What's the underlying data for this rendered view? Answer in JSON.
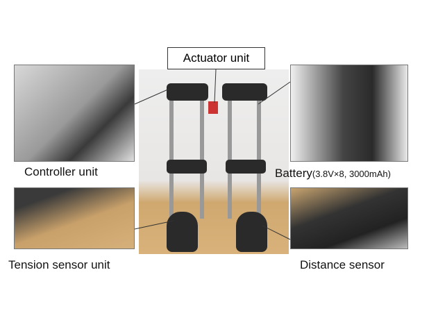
{
  "labels": {
    "actuator": "Actuator unit",
    "controller": "Controller unit",
    "battery": "Battery",
    "battery_spec": "(3.8V×8, 3000mAh)",
    "tension": "Tension sensor unit",
    "distance": "Distance sensor"
  }
}
